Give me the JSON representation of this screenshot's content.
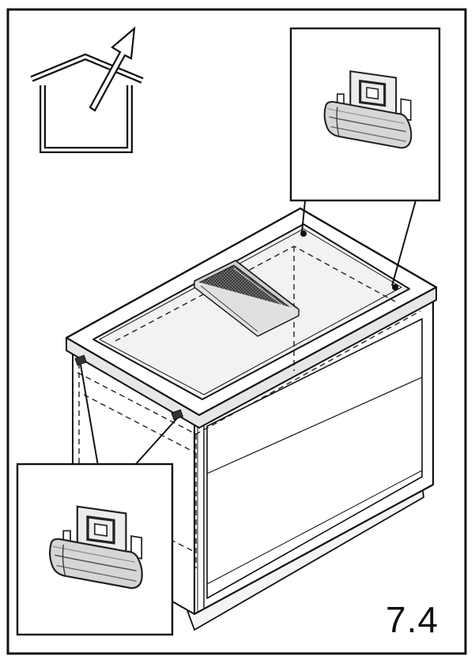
{
  "figure": {
    "step_number": "7.4",
    "icon": "house-vent-out-icon",
    "elements": [
      "cabinet",
      "worktop",
      "hob-grille",
      "mounting-clip-callout-top",
      "mounting-clip-callout-bottom"
    ]
  }
}
